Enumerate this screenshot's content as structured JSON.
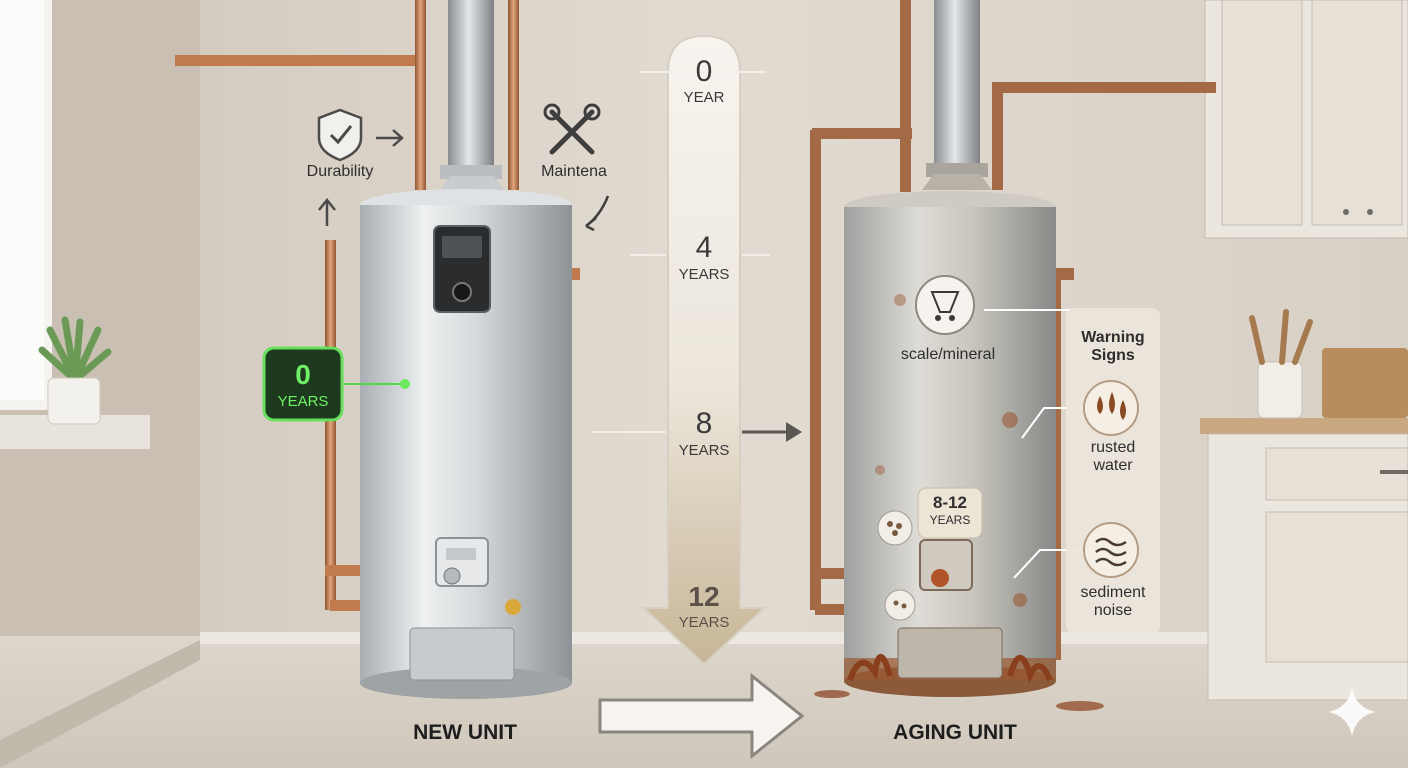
{
  "icons": {
    "durability": "shield-check-icon",
    "maintenance": "wrench-screwdriver-icon",
    "scale": "scale-mineral-icon",
    "rust": "water-drops-icon",
    "noise": "waves-icon",
    "sparkle": "sparkle-icon"
  },
  "new_unit": {
    "label": "NEW UNIT",
    "age_badge": {
      "number": "0",
      "unit": "YEARS"
    },
    "durability_label": "Durability",
    "maintenance_label": "Maintena"
  },
  "timeline": {
    "marks": [
      {
        "number": "0",
        "unit": "YEAR"
      },
      {
        "number": "4",
        "unit": "YEARS"
      },
      {
        "number": "8",
        "unit": "YEARS"
      },
      {
        "number": "12",
        "unit": "YEARS"
      }
    ]
  },
  "aging_unit": {
    "label": "AGING UNIT",
    "age_badge": {
      "number": "8-12",
      "unit": "YEARS"
    },
    "scale_label": "scale/mineral",
    "warning_title_line1": "Warning",
    "warning_title_line2": "Signs",
    "rust_line1": "rusted",
    "rust_line2": "water",
    "noise_line1": "sediment",
    "noise_line2": "noise"
  },
  "colors": {
    "copper": "#c07a4e",
    "steel": "#cfd2d4",
    "rust": "#9a4a22",
    "badge_green": "#5fe05f",
    "wall": "#d9d1c6"
  }
}
